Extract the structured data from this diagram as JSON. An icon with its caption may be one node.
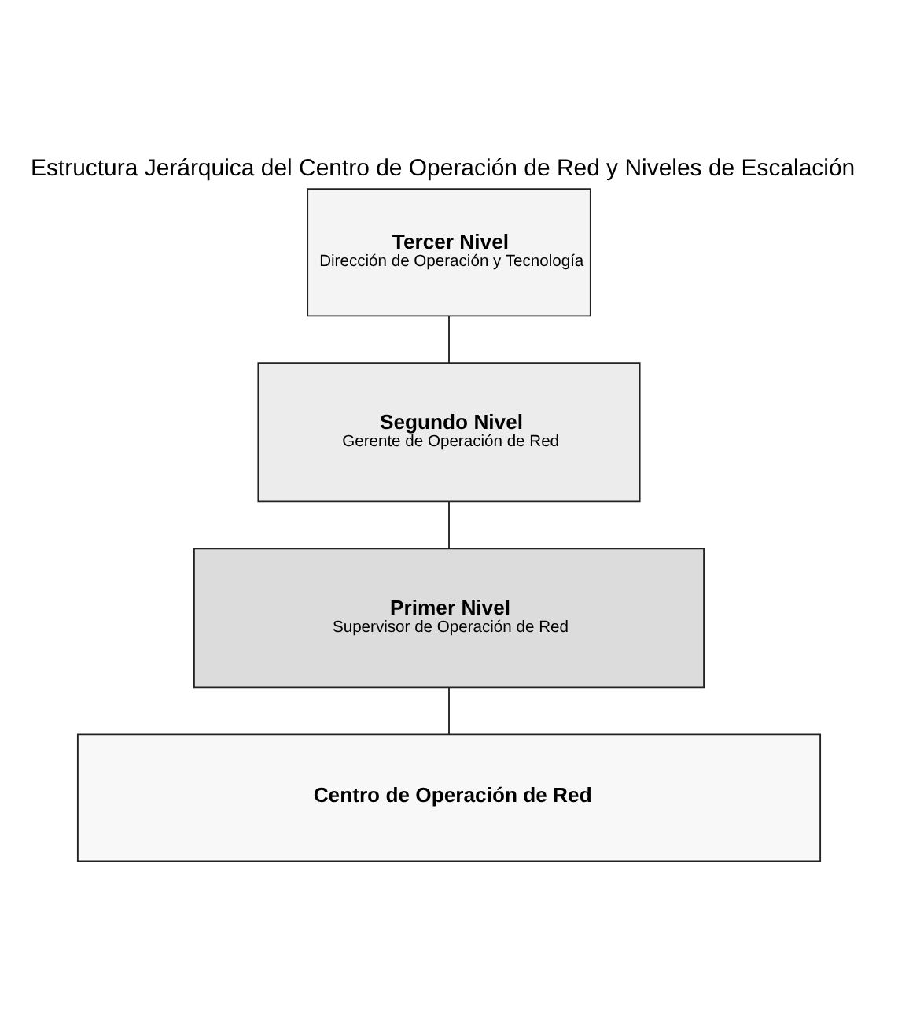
{
  "diagram": {
    "title": "Estructura Jerárquica del Centro de Operación de Red y Niveles de Escalación",
    "nodes": [
      {
        "text": [
          "Tercer Nivel",
          "Dirección de Operación y Tecnología"
        ]
      },
      {
        "text": [
          "Segundo Nivel",
          "Gerente de Operación de Red"
        ]
      },
      {
        "text": [
          "Primer Nivel",
          "Supervisor de Operación de Red"
        ]
      },
      {
        "text": [
          "Centro de Operación de Red"
        ]
      }
    ],
    "edges": [
      {
        "from": 0,
        "to": 1,
        "arrow": "none"
      },
      {
        "from": 1,
        "to": 2,
        "arrow": "none"
      },
      {
        "from": 2,
        "to": 3,
        "arrow": "none"
      }
    ]
  }
}
